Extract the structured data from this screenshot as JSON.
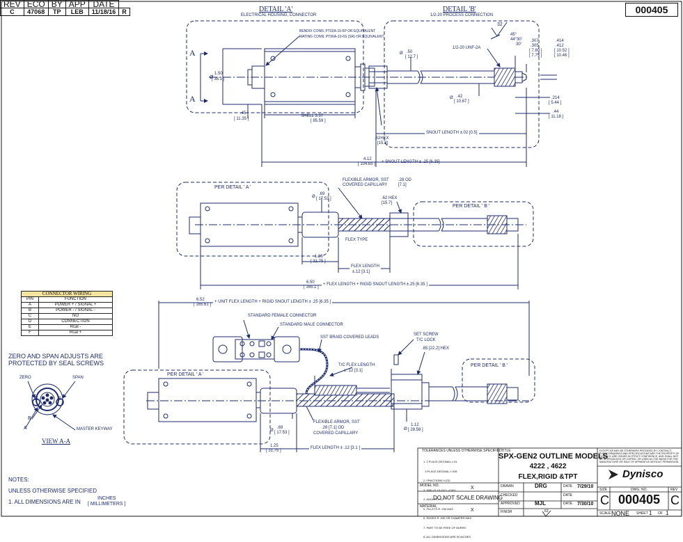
{
  "revision_block": {
    "headers": [
      "REV",
      "ECO",
      "BY",
      "APP",
      "DATE"
    ],
    "values": [
      "C",
      "47068",
      "TP",
      "LEB",
      "11/18/16"
    ],
    "marker": "R"
  },
  "document_number_top": "000405",
  "detail_a": {
    "title": "DETAIL 'A'",
    "subtitle": "ELECTRICAL HOUSING, CONNECTOR",
    "note1": "BENDIX CONN. PT02A-10-6P OR EQUIVALENT",
    "note2": "MATING CONN. PT06A-10-6S (SR) OR EQUIVALENT",
    "section_mark": "A",
    "dia_label": "Ø",
    "dia_in": "1.50",
    "dia_mm": "[ 38.1 ]",
    "offset_in": ".45",
    "offset_mm": "[ 11.35 ]",
    "shell_in": "SHELL 3.37",
    "shell_mm": "[ 85.59 ]"
  },
  "detail_b": {
    "title": "DETAIL 'B'",
    "subtitle": "1/2-20 PROCESS CONNECTION",
    "finish": "32",
    "angle1": "45°",
    "angle2": "44°30'",
    "angle3": "30'",
    "thread": "1/2-20 UNF-2A",
    "dia50_in": ".50",
    "dia50_mm": "[ 12.7 ]",
    "d307": ".307",
    "d305": ".305",
    "d780": "[ 7.80 ]",
    "d775": "[ 7.75 ]",
    "d414": ".414",
    "d412": ".412",
    "d1052": "[ 10.52 ]",
    "d1046": "[ 10.46 ]",
    "dia42_in": ".42",
    "dia42_mm": "[ 10.67 ]",
    "d214": ".214",
    "d544": "[ 5.44 ]",
    "d44": ".44",
    "d1118": "[ 11.18 ]",
    "hex_in": ".62HEX",
    "hex_mm": "[15.8]",
    "snout": "SNOUT LENGTH  ±.02 [0.5]"
  },
  "overall_1": {
    "in": "4.12",
    "mm": "[ 104.65 ]",
    "note": "+ SNOUT LENGTH  ± .25 [6.35]"
  },
  "flex_view": {
    "per_a": "PER DETAIL ' A '",
    "per_b": "PER DETAIL ' B '",
    "armor1": "FLEXIBLE ARMOR, SST",
    "armor2": "COVERED CAPILLARY",
    "od_in": ".28  OD",
    "od_mm": "[7.1]",
    "hex_in": ".62  HEX",
    "hex_mm": "[15.7]",
    "dia_in": ".69",
    "dia_mm": "[ 17.53 ]",
    "flex_type": "FLEX TYPE",
    "len125_in": "1.25",
    "len125_mm": "[ 31.75 ]",
    "flex_len": "FLEX LENGTH",
    "flex_tol": "±.12 [3.1]",
    "total_in": "6.50",
    "total_mm": "[ 165.1 ]",
    "total_note": "+ FLEX LENGTH + RIGID SNOUT LENGTH ±.25 [6.35 ]"
  },
  "connector_wiring": {
    "title": "CONNECTOR WIRING",
    "headers": [
      "PIN",
      "FUNCTION"
    ],
    "rows": [
      [
        "A",
        "POWER + / SIGNAL +"
      ],
      [
        "B",
        "POWER - / SIGNAL -"
      ],
      [
        "C",
        "NO"
      ],
      [
        "D",
        "CONNECTION"
      ],
      [
        "E",
        "Rcal -"
      ],
      [
        "F",
        "Rcal +"
      ]
    ]
  },
  "zero_span": {
    "line1": "ZERO AND SPAN ADJUSTS ARE",
    "line2": "PROTECTED BY SEAL SCREWS",
    "zero": "ZERO",
    "span": "SPAN",
    "z": "Z",
    "s": "S",
    "b": "B",
    "a": "A",
    "keyway": "MASTER KEYWAY",
    "view": "VIEW A-A"
  },
  "tpt_view": {
    "total_in": "6.52",
    "total_mm": "[ 165.61 ]",
    "total_note": "+ UNIT FLEX LENGTH + RIGID SNOUT LENGTH ± .25 [6.35 ]",
    "female": "STANDARD FEMALE CONNECTOR",
    "male": "STANDARD MALE CONNECTOR",
    "braid": "SST BRAID COVERED LEADS",
    "set_screw1": "SET SCREW",
    "set_screw2": "T/C LOCK",
    "hex": ".85 [22.2] HEX",
    "tc_flex": "T/C FLEX LENGTH",
    "tc_tol": "± .12 [3.1]",
    "per_a": "PER DETAIL ' A '",
    "per_b": "PER DETAIL ' B '",
    "armor1": "FLEXIBLE ARMOR, SST",
    "armor2": ".28 [7.1] OD",
    "armor3": "COVERED CAPILLARY",
    "dia69_in": ".69",
    "dia69_mm": "[ 17.53 ]",
    "dia112_in": "1.12",
    "dia112_mm": "[ 28.58 ]",
    "len125_in": "1.25",
    "len125_mm": "[ 31.75 ]",
    "flex_len": "FLEX LENGTH ± .12 [3.1 ]"
  },
  "notes": {
    "title": "NOTES:",
    "line1": "UNLESS OTHERWISE SPECIFIED",
    "line2": "1. ALL DIMENSIONS ARE IN",
    "unit1": "INCHES",
    "unit2": "[ MILLIMETERS ]"
  },
  "title_block": {
    "tol_header": "TOLERANCES UNLESS OTHERWISE SPECIFIED",
    "tol_lines": [
      "1. 2 PLACE DECIMAL ±.01",
      "  3 PLACE DECIMAL ±.005",
      "2. FRACTIONS ±1/32",
      "3. DRILLS +0.010 / -0.001",
      "4. ANGLES ±1/2°",
      "5. FILLETS R .030 MAX",
      "6. EDGES R .030 OR CHAMFER MAX",
      "7. PART TO BE FREE OF BURRS",
      "8. ALL DIMENSIONS ARE IN INCHES"
    ],
    "model_no_label": "MODEL NO.",
    "model_no": "X",
    "scale_note": "DO NOT SCALE DRAWING",
    "material_label": "MATERIAL",
    "material": "X",
    "title_label": "TITLE",
    "title1": "SPX-GEN2 OUTLINE MODELS",
    "title2": "4222 , 4622",
    "title3": "FLEX,RIGID &TPT",
    "drawn_label": "DRAWN",
    "drawn": "DRG",
    "drawn_date_label": "DATE",
    "drawn_date": "7/29/10",
    "checked_label": "CHECKED",
    "checked_date_label": "DATE",
    "approved_label": "APPROVED",
    "approved": "MJL",
    "approved_date_label": "DATE",
    "approved_date": "7/30/10",
    "finish_label": "FINISH",
    "finish": "63",
    "confidential": "EXCEPT AS MAY BE OTHERWISE PROVIDED BY CONTRACT, THESE DRAWINGS AND SPECIFICATIONS ARE THE PROPERTY OF DYNISCO, ARE ISSUED IN STRICT CONFIDENCE, AND SHALL NOT BE REPRODUCED OR COPIED, OR USED AS THE BASIS FOR THE MANUFACTURE OR SALE OF APPARATUS WITHOUT PERMISSION.",
    "brand": "Dynisco",
    "size_label": "SIZE",
    "size": "C",
    "dwg_label": "DWG. NO.",
    "dwg": "000405",
    "rev_label": "REV",
    "rev": "C",
    "scale_label": "SCALE",
    "scale": "NONE",
    "sheet_label": "SHEET",
    "sheet": "1",
    "of_label": "OF",
    "of": "1"
  },
  "colors": {
    "line": "#1c2a6e",
    "dashed": "#2a3a8a",
    "accent": "#f4e4a0"
  }
}
